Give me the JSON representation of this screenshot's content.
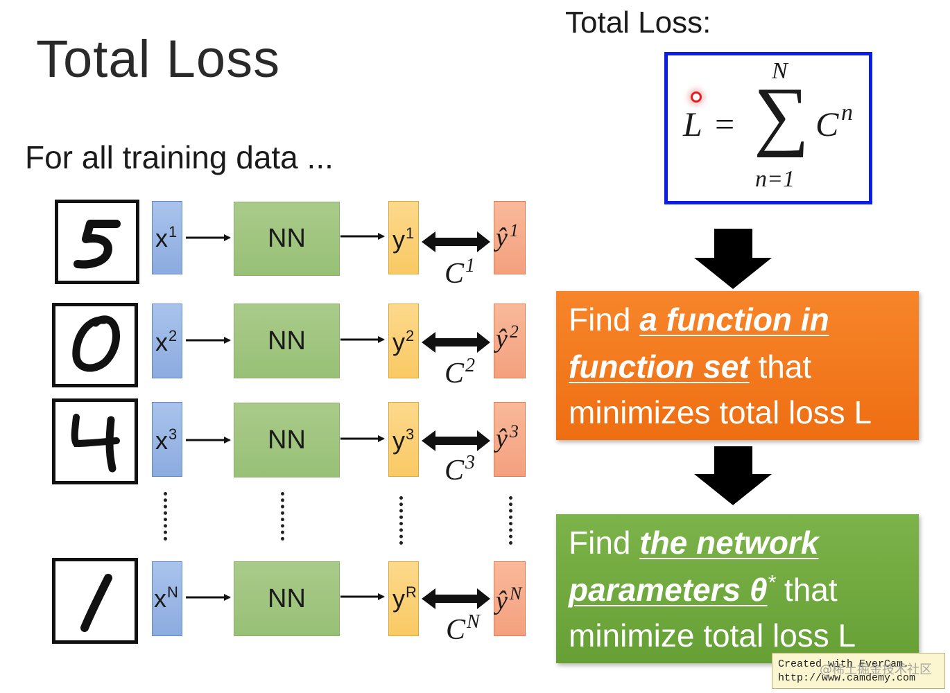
{
  "slide": {
    "title": "Total Loss",
    "subtitle": "For all training data ..."
  },
  "formula": {
    "label": "Total Loss:",
    "lhs": "L",
    "equals": "=",
    "sum_symbol": "∑",
    "upper_limit": "N",
    "lower_limit": "n=1",
    "term": "C",
    "term_superscript": "n"
  },
  "rows": [
    {
      "digit": "5",
      "x": "x",
      "x_sup": "1",
      "nn": "NN",
      "y": "y",
      "y_sup": "1",
      "cost": "C",
      "cost_sup": "1",
      "yhat": "ŷ",
      "yhat_sup": "1"
    },
    {
      "digit": "0",
      "x": "x",
      "x_sup": "2",
      "nn": "NN",
      "y": "y",
      "y_sup": "2",
      "cost": "C",
      "cost_sup": "2",
      "yhat": "ŷ",
      "yhat_sup": "2"
    },
    {
      "digit": "4",
      "x": "x",
      "x_sup": "3",
      "nn": "NN",
      "y": "y",
      "y_sup": "3",
      "cost": "C",
      "cost_sup": "3",
      "yhat": "ŷ",
      "yhat_sup": "3"
    },
    {
      "digit": "1",
      "x": "x",
      "x_sup": "N",
      "nn": "NN",
      "y": "y",
      "y_sup": "R",
      "cost": "C",
      "cost_sup": "N",
      "yhat": "ŷ",
      "yhat_sup": "N"
    }
  ],
  "steps": {
    "orange": {
      "line1_plain": "Find ",
      "line1_emph": "a function in",
      "line2_emph": "function set",
      "line2_plain": " that",
      "line3": "minimizes total loss L",
      "color": "#f47b20"
    },
    "green": {
      "line1_plain": "Find ",
      "line1_emph": "the network",
      "line2_emph": "parameters θ",
      "line2_sup": "*",
      "line2_plain": " that",
      "line3": "minimize total loss L",
      "color": "#70ad47"
    }
  },
  "colors": {
    "formula_border": "#0a1ee6",
    "x_vector": "#a9c3ec",
    "nn_block": "#a9cb8a",
    "y_vector": "#fdd98c",
    "yhat_vector": "#f9b99a"
  },
  "watermark": {
    "line1": "Created with EverCam.",
    "line2": "http://www.camdemy.com",
    "overlay": "@稀土掘金技术社区"
  }
}
